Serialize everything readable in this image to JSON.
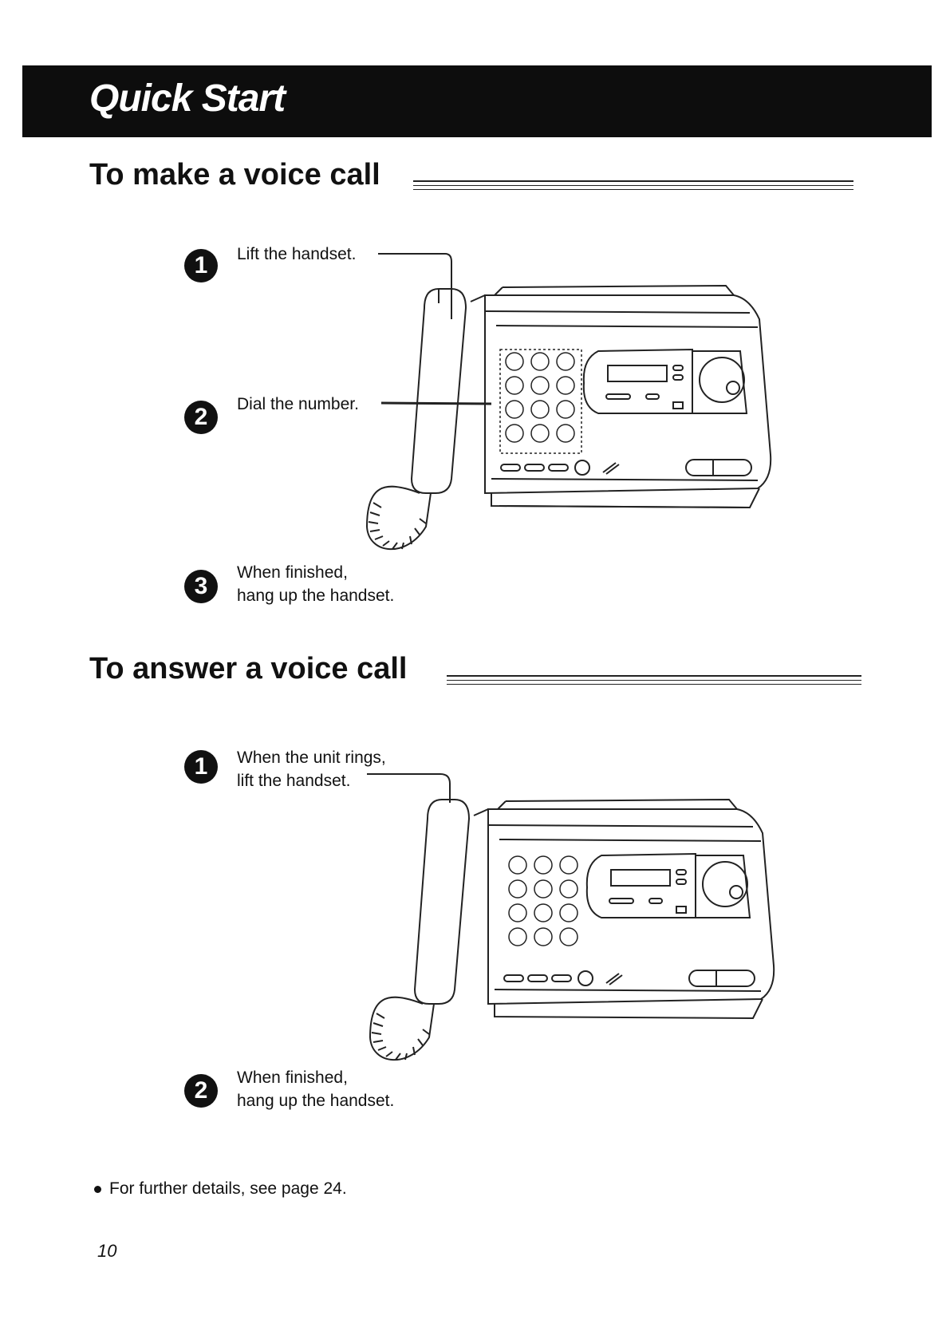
{
  "header": {
    "title": "Quick Start"
  },
  "section_make": {
    "heading": "To make a voice call",
    "steps": [
      {
        "number": "1",
        "text_lines": [
          "Lift the handset."
        ]
      },
      {
        "number": "2",
        "text_lines": [
          "Dial the number."
        ]
      },
      {
        "number": "3",
        "text_lines": [
          "When finished,",
          "hang up the handset."
        ]
      }
    ]
  },
  "section_answer": {
    "heading": "To answer a voice call",
    "steps": [
      {
        "number": "1",
        "text_lines": [
          "When the unit rings,",
          "lift the handset."
        ]
      },
      {
        "number": "2",
        "text_lines": [
          "When finished,",
          "hang up the handset."
        ]
      }
    ]
  },
  "footer_note": "For further details, see page 24.",
  "page_number": "10"
}
